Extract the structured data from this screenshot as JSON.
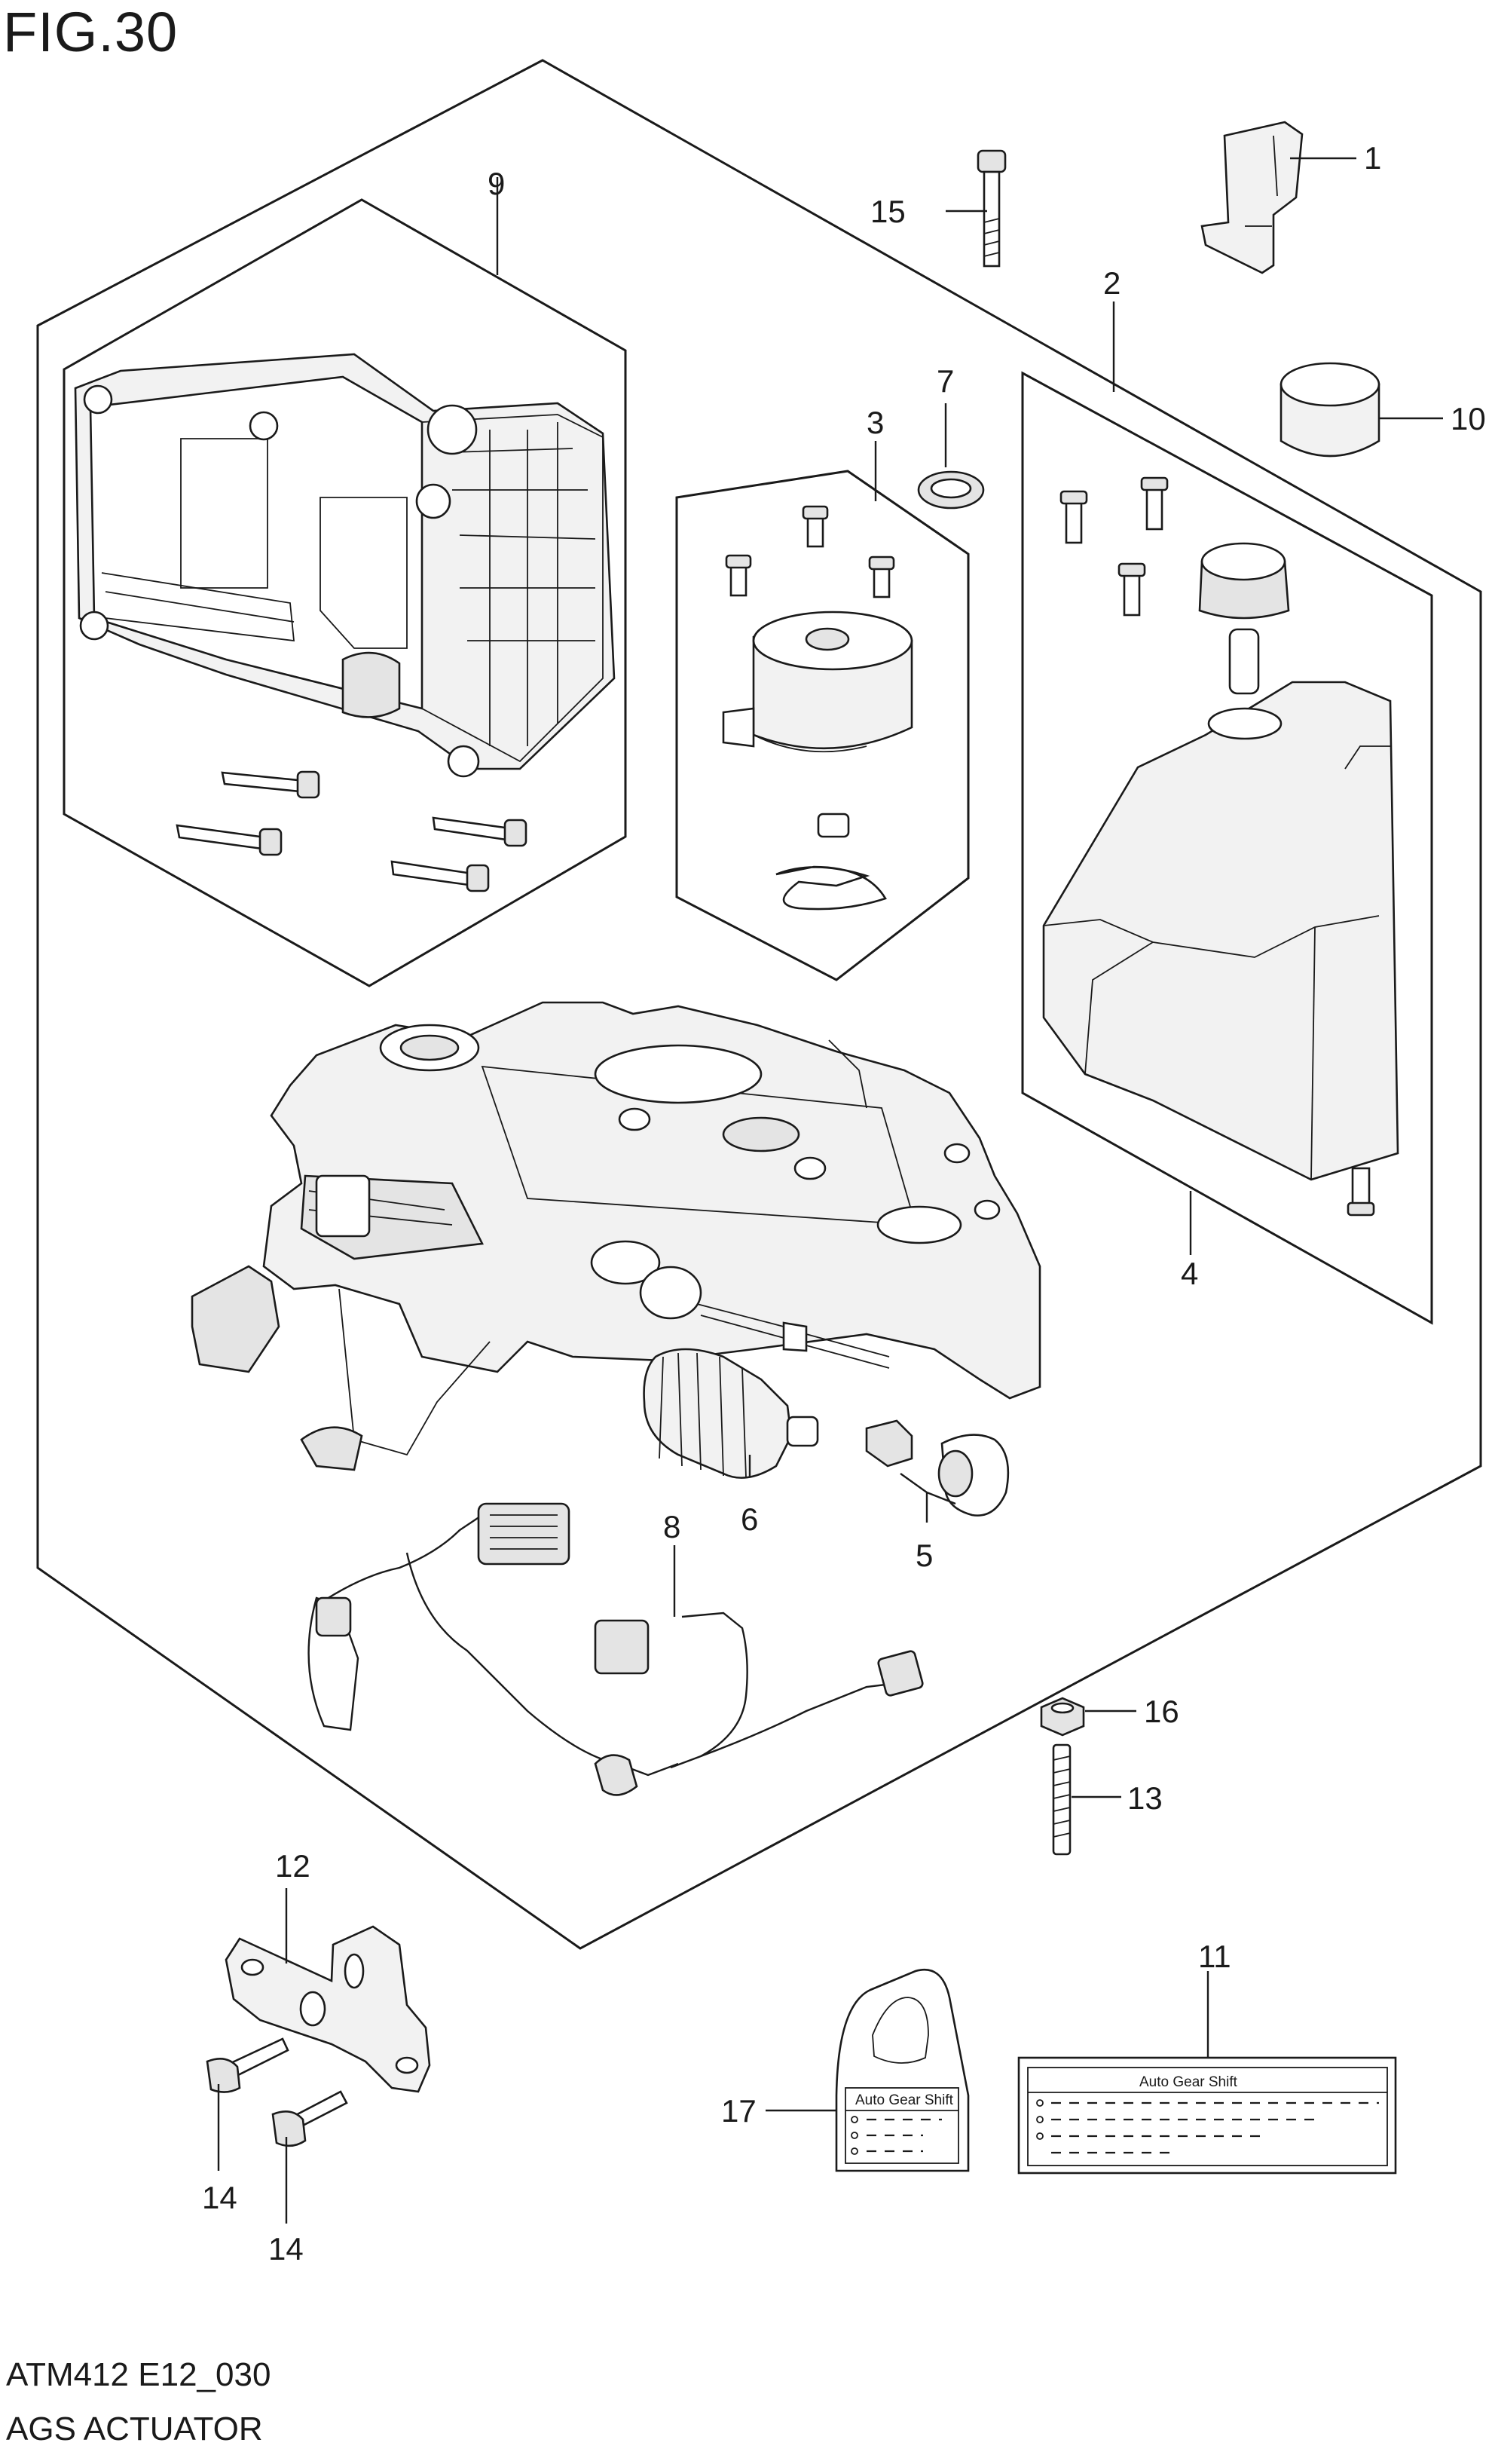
{
  "figure": {
    "title": "FIG.30"
  },
  "footer": {
    "code": "ATM412 E12_030",
    "name": "AGS ACTUATOR"
  },
  "callouts": {
    "c1": "1",
    "c2": "2",
    "c3": "3",
    "c4": "4",
    "c5": "5",
    "c6": "6",
    "c7": "7",
    "c8": "8",
    "c9": "9",
    "c10": "10",
    "c11": "11",
    "c12": "12",
    "c13": "13",
    "c14a": "14",
    "c14b": "14",
    "c15": "15",
    "c16": "16",
    "c17": "17"
  },
  "labels": {
    "label_11_heading": "Auto Gear Shift",
    "label_17_heading": "Auto Gear Shift"
  }
}
